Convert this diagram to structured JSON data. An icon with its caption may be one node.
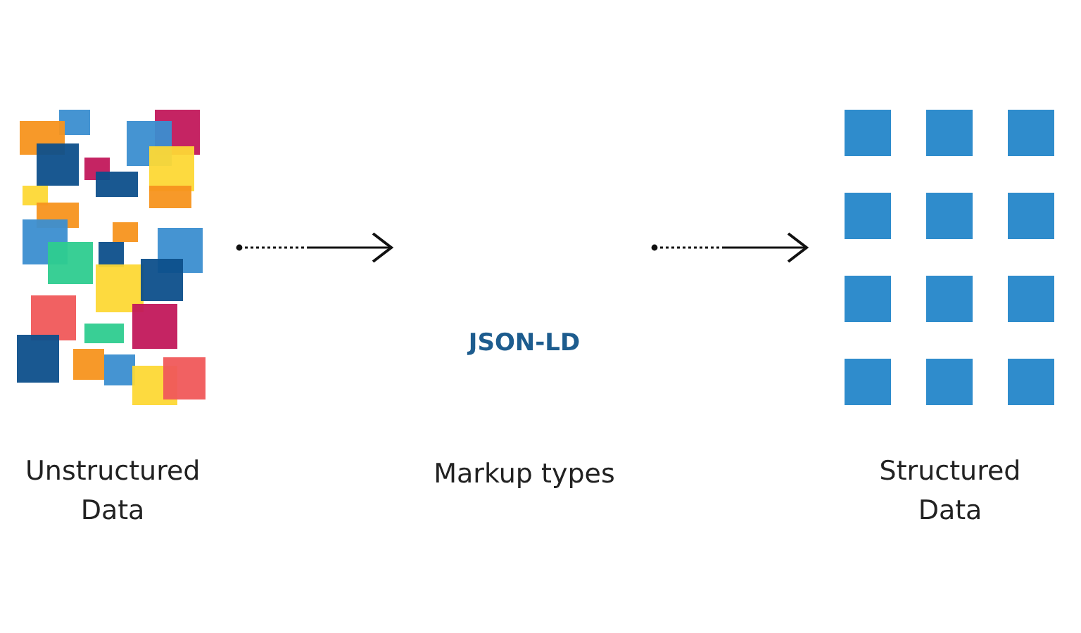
{
  "diagram": {
    "nodes": [
      {
        "text": [
          "Unstructured Data"
        ]
      },
      {
        "text": [
          "JSON-LD",
          "Markup types"
        ]
      },
      {
        "text": [
          "Structured Data"
        ]
      }
    ],
    "edges": [
      {
        "from": 0,
        "to": 1,
        "arrow": "to"
      },
      {
        "from": 1,
        "to": 2,
        "arrow": "to"
      }
    ]
  }
}
